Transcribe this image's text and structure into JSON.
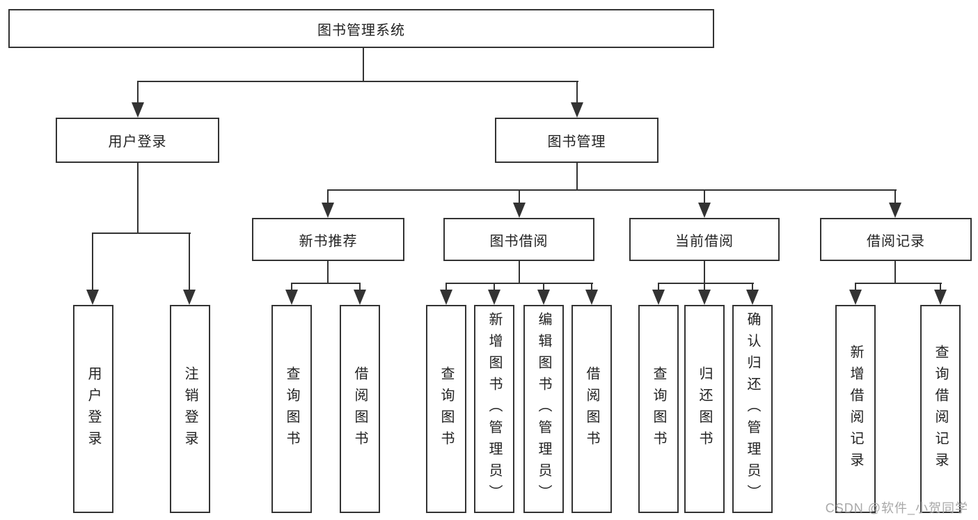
{
  "diagram": {
    "type": "tree",
    "root": {
      "label": "图书管理系统"
    },
    "branches": [
      {
        "label": "用户登录",
        "children": [
          {
            "label": "用户登录"
          },
          {
            "label": "注销登录"
          }
        ]
      },
      {
        "label": "图书管理",
        "children": [
          {
            "label": "新书推荐",
            "children": [
              {
                "label": "查询图书"
              },
              {
                "label": "借阅图书"
              }
            ]
          },
          {
            "label": "图书借阅",
            "children": [
              {
                "label": "查询图书"
              },
              {
                "label": "新增图书（管理员）"
              },
              {
                "label": "编辑图书（管理员）"
              },
              {
                "label": "借阅图书"
              }
            ]
          },
          {
            "label": "当前借阅",
            "children": [
              {
                "label": "查询图书"
              },
              {
                "label": "归还图书"
              },
              {
                "label": "确认归还（管理员）"
              }
            ]
          },
          {
            "label": "借阅记录",
            "children": [
              {
                "label": "新增借阅记录"
              },
              {
                "label": "查询借阅记录"
              }
            ]
          }
        ]
      }
    ]
  },
  "watermark": {
    "text": "CSDN @软件_小贺同学"
  },
  "colors": {
    "line": "#333333",
    "text": "#222222",
    "watermark": "#a8a8a8",
    "background": "#ffffff"
  }
}
